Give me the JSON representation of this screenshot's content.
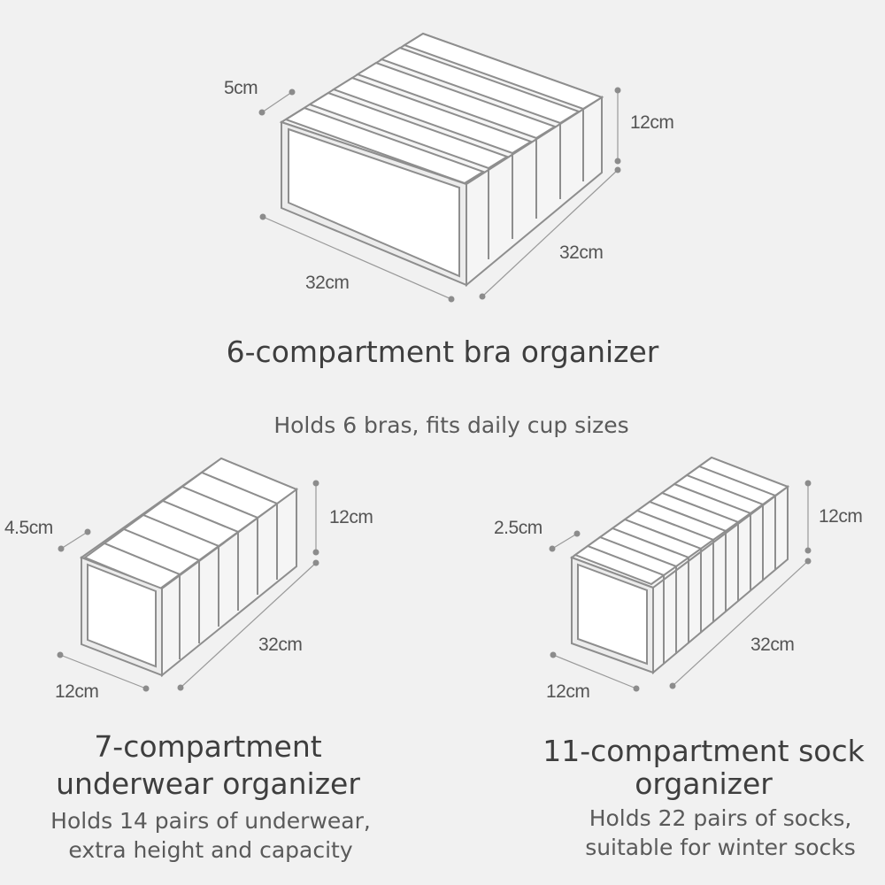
{
  "products": [
    {
      "title": "6-compartment bra organizer",
      "subtitle": "Holds 6 bras, fits daily cup sizes",
      "dims": {
        "width": "32cm",
        "depth": "32cm",
        "height": "12cm",
        "slot": "5cm"
      }
    },
    {
      "title_lines": [
        "7-compartment",
        "underwear organizer"
      ],
      "subtitle_lines": [
        "Holds 14 pairs of underwear,",
        "extra height and capacity"
      ],
      "dims": {
        "width": "12cm",
        "depth": "32cm",
        "height": "12cm",
        "slot": "4.5cm"
      }
    },
    {
      "title_lines": [
        "11-compartment sock",
        "organizer"
      ],
      "subtitle_lines": [
        "Holds 22 pairs of socks,",
        "suitable for winter socks"
      ],
      "dims": {
        "width": "12cm",
        "depth": "32cm",
        "height": "12cm",
        "slot": "2.5cm"
      }
    }
  ]
}
